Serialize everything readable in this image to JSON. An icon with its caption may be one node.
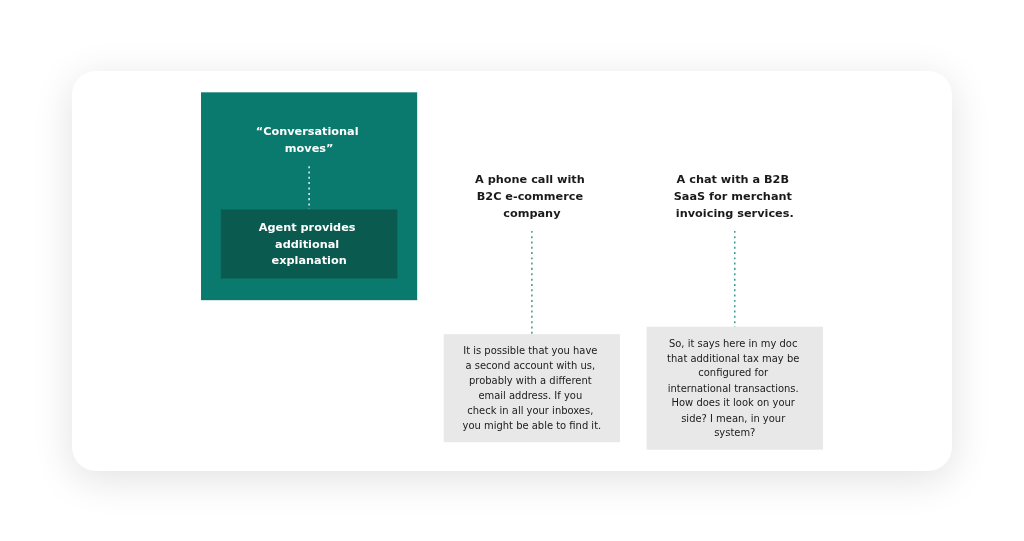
{
  "diagram": {
    "nodes": [
      {
        "text": [
          "A phone call with B2C e-commerce company"
        ]
      },
      {
        "text": [
          "It is possible that you have a second account with us, probably with a different email address. If you check in all your inboxes, you might be able to find it."
        ]
      },
      {
        "text": [],
        "shape": "box"
      },
      {
        "text": [
          "“Conversational moves”"
        ],
        "in": 2
      },
      {
        "text": [
          "Agent provides additional explanation"
        ],
        "in": 2
      },
      {
        "text": [
          "A chat with a B2B SaaS for merchant invoicing services."
        ]
      },
      {
        "text": [
          "So, it says here in my doc that additional tax may be configured for international transactions. How does it look on your side? I mean, in your system?"
        ]
      }
    ],
    "edges": [
      {
        "from": 0,
        "to": 1,
        "arrow": "none",
        "style": "dashed"
      },
      {
        "from": 3,
        "to": 4,
        "arrow": "none",
        "style": "dashed",
        "color": "#ffffff"
      },
      {
        "from": 5,
        "to": 6,
        "arrow": "none",
        "style": "dashed"
      }
    ]
  }
}
